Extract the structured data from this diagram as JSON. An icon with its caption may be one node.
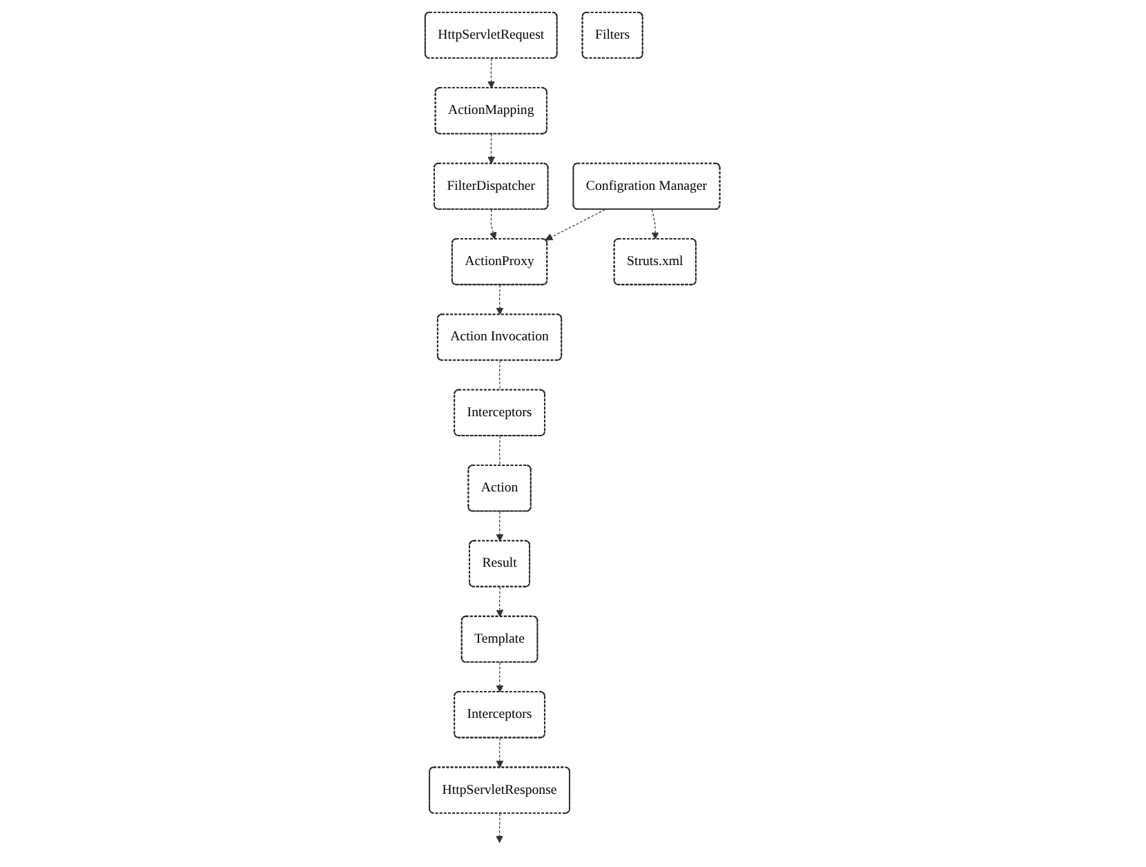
{
  "diagram": {
    "nodes": [
      {
        "text": [
          "HttpServletRequest"
        ]
      },
      {
        "text": [
          "Filters"
        ]
      },
      {
        "text": [
          "FilterDispatcher"
        ]
      },
      {
        "text": [
          "ActionProxy"
        ]
      },
      {
        "text": [
          "Action Invocation"
        ]
      },
      {
        "text": [
          "Interceptors"
        ]
      },
      {
        "text": [
          "ActionMapping"
        ]
      },
      {
        "text": [
          "Configration Manager"
        ]
      },
      {
        "text": [
          "Action"
        ]
      },
      {
        "text": [
          "Result"
        ]
      },
      {
        "text": [
          "Template"
        ]
      },
      {
        "text": [
          "Struts.xml"
        ]
      },
      {
        "text": [
          "Interceptors"
        ]
      },
      {
        "text": [
          "HttpServletResponse"
        ]
      }
    ],
    "edges": [
      {
        "from": 0,
        "to": 6,
        "arrow": "to"
      },
      {
        "from": 6,
        "to": 2,
        "arrow": "to"
      },
      {
        "from": 2,
        "to": 3,
        "arrow": "to"
      },
      {
        "from": 7,
        "to": 3,
        "arrow": "to"
      },
      {
        "from": 7,
        "to": 11,
        "arrow": "to"
      },
      {
        "from": 3,
        "to": 4,
        "arrow": "to"
      },
      {
        "from": 4,
        "to": 5,
        "arrow": "none"
      },
      {
        "from": 5,
        "to": 8,
        "arrow": "none"
      },
      {
        "from": 8,
        "to": 9,
        "arrow": "to"
      },
      {
        "from": 9,
        "to": 10,
        "arrow": "to"
      },
      {
        "from": 10,
        "to": 12,
        "arrow": "to"
      },
      {
        "from": 12,
        "to": 13,
        "arrow": "to"
      },
      {
        "from": 13,
        "to": null,
        "arrow": "to"
      }
    ]
  }
}
